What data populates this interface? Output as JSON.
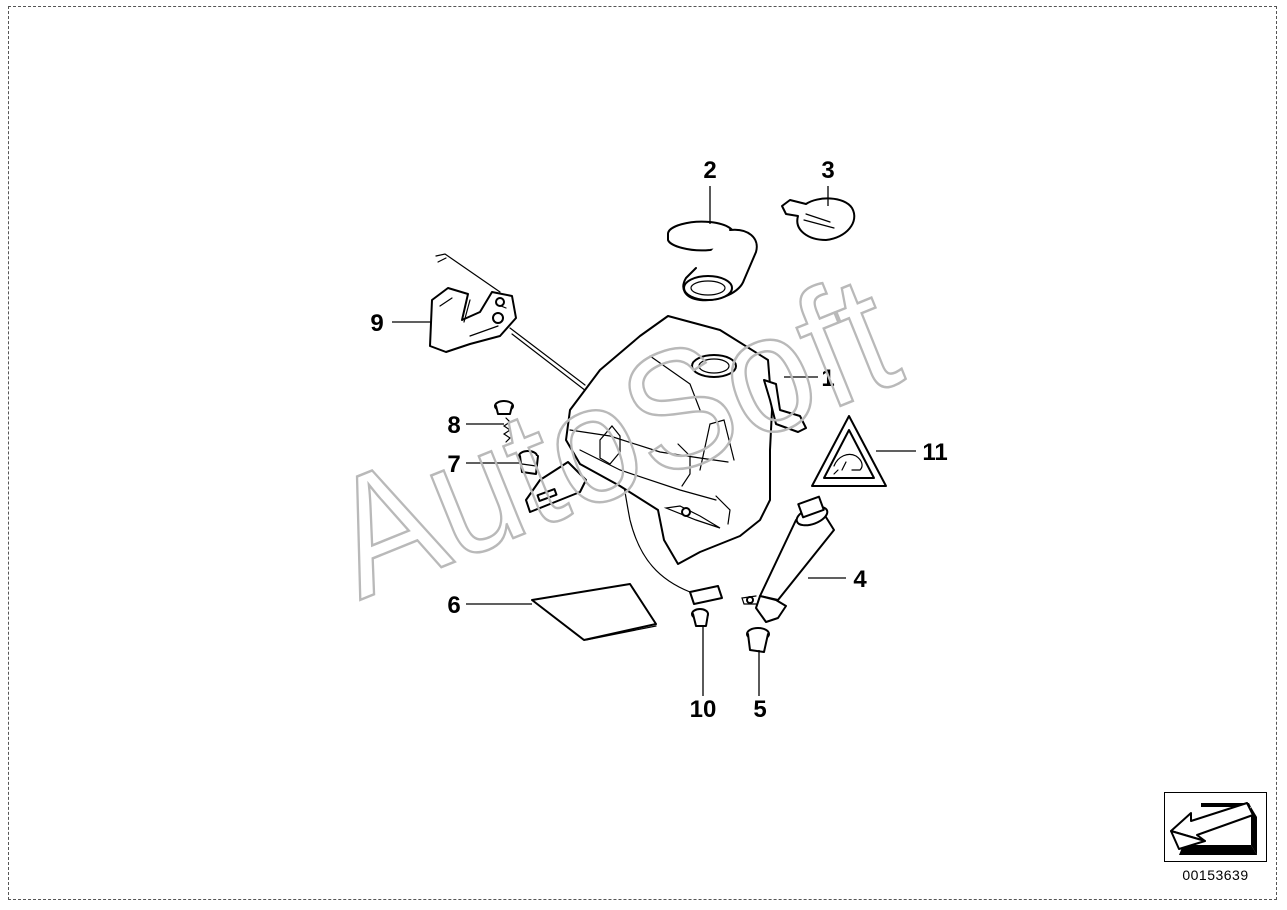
{
  "watermark": "AutoSoft",
  "callouts": [
    {
      "id": "1",
      "label": "1"
    },
    {
      "id": "2",
      "label": "2"
    },
    {
      "id": "3",
      "label": "3"
    },
    {
      "id": "4",
      "label": "4"
    },
    {
      "id": "5",
      "label": "5"
    },
    {
      "id": "6",
      "label": "6"
    },
    {
      "id": "7",
      "label": "7"
    },
    {
      "id": "8",
      "label": "8"
    },
    {
      "id": "9",
      "label": "9"
    },
    {
      "id": "10",
      "label": "10"
    },
    {
      "id": "11",
      "label": "11"
    }
  ],
  "footer": {
    "diagram_number": "00153639",
    "nav_icon": "arrow-back-icon"
  }
}
